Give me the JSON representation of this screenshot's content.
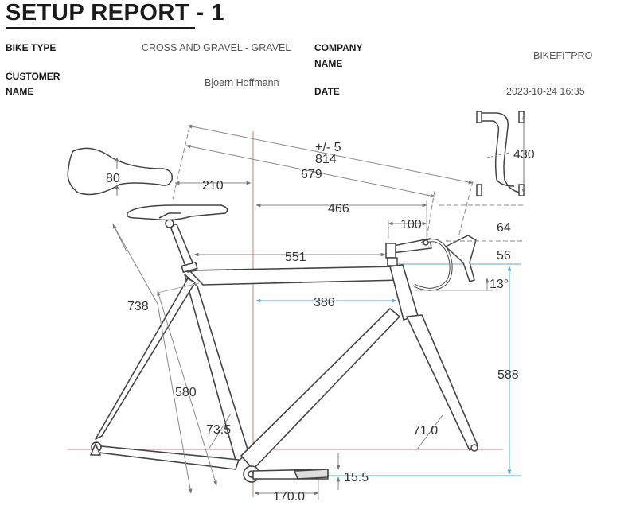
{
  "report": {
    "title": "SETUP REPORT - 1"
  },
  "info": {
    "bike_type_label": "BIKE TYPE",
    "bike_type_value": "CROSS AND GRAVEL - GRAVEL",
    "customer_name_label_1": "CUSTOMER",
    "customer_name_label_2": "NAME",
    "customer_name_value": "Bjoern Hoffmann",
    "company_name_label_1": "COMPANY",
    "company_name_label_2": "NAME",
    "company_name_value": "BIKEFITPRO",
    "date_label": "DATE",
    "date_value": "2023-10-24 16:35"
  },
  "measurements": {
    "saddle_width": "80",
    "setback": "210",
    "tolerance": "+/- 5",
    "saddle_to_hoods": "814",
    "saddle_to_bar": "679",
    "reach_to_bar": "466",
    "stem_length": "100",
    "bar_width": "430",
    "bar_drop": "64",
    "spacers": "56",
    "saddle_height": "738",
    "top_tube": "551",
    "stem_angle": "13°",
    "frame_reach": "386",
    "frame_stack": "588",
    "seat_tube": "580",
    "seat_angle": "73.5",
    "head_angle": "71.0",
    "bb_drop": "15.5",
    "crank_length": "170.0"
  }
}
